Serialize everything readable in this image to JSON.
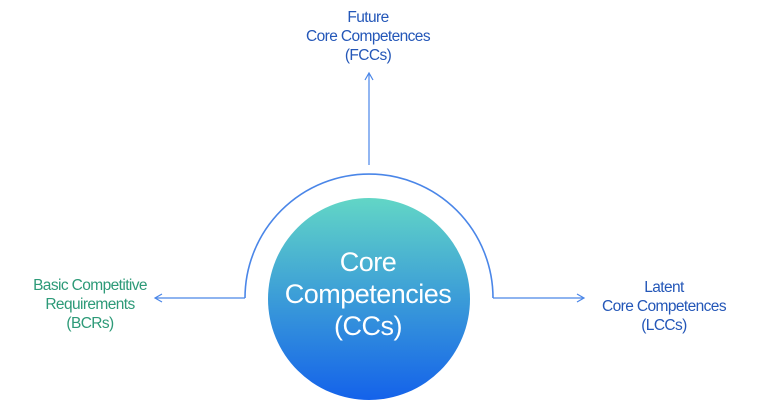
{
  "colors": {
    "line": "#4a86e8",
    "future_text": "#2457b8",
    "latent_text": "#2457b8",
    "basic_text": "#2d9a78",
    "core_text": "#ffffff",
    "circle_top": "#62d6c6",
    "circle_bottom": "#1462ea"
  },
  "nodes": {
    "future": {
      "lines": [
        "Future",
        "Core Competences",
        "(FCCs)"
      ]
    },
    "latent": {
      "lines": [
        "Latent",
        "Core Competences",
        "(LCCs)"
      ]
    },
    "basic": {
      "lines": [
        "Basic Competitive",
        "Requirements",
        "(BCRs)"
      ]
    },
    "core": {
      "lines": [
        "Core",
        "Competencies",
        "(CCs)"
      ]
    }
  }
}
